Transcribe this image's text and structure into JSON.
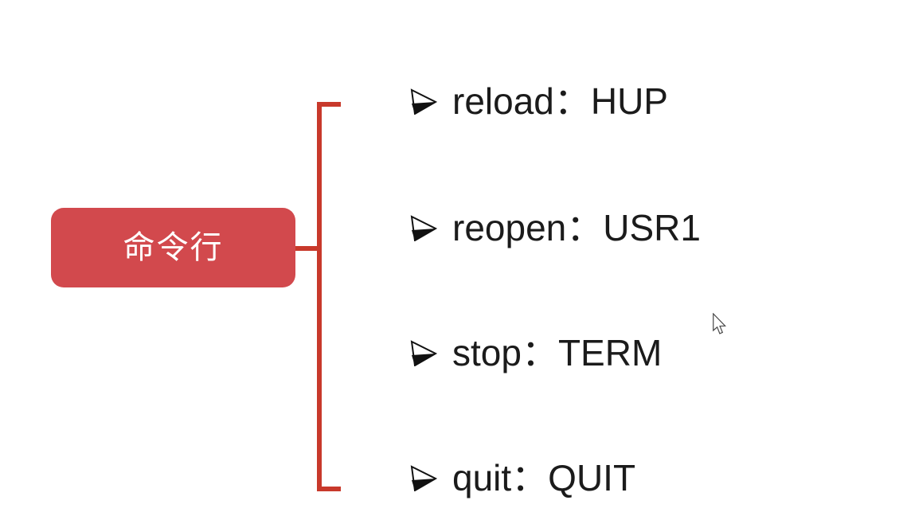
{
  "canvas": {
    "background_color": "#ffffff"
  },
  "topic": {
    "label": "命令行",
    "fill_color": "#d2494d",
    "text_color": "#ffffff"
  },
  "bracket": {
    "color": "#c8392b",
    "shape": "left-square-bracket-opening-right"
  },
  "list": {
    "bullet_icon": "three-d-arrowhead-bullet",
    "text_color": "#1b1b1b",
    "items": [
      {
        "text": "reload：HUP"
      },
      {
        "text": "reopen：USR1"
      },
      {
        "text": "stop：TERM"
      },
      {
        "text": "quit：QUIT"
      }
    ]
  },
  "cursor": {
    "type": "arrow-pointer"
  }
}
